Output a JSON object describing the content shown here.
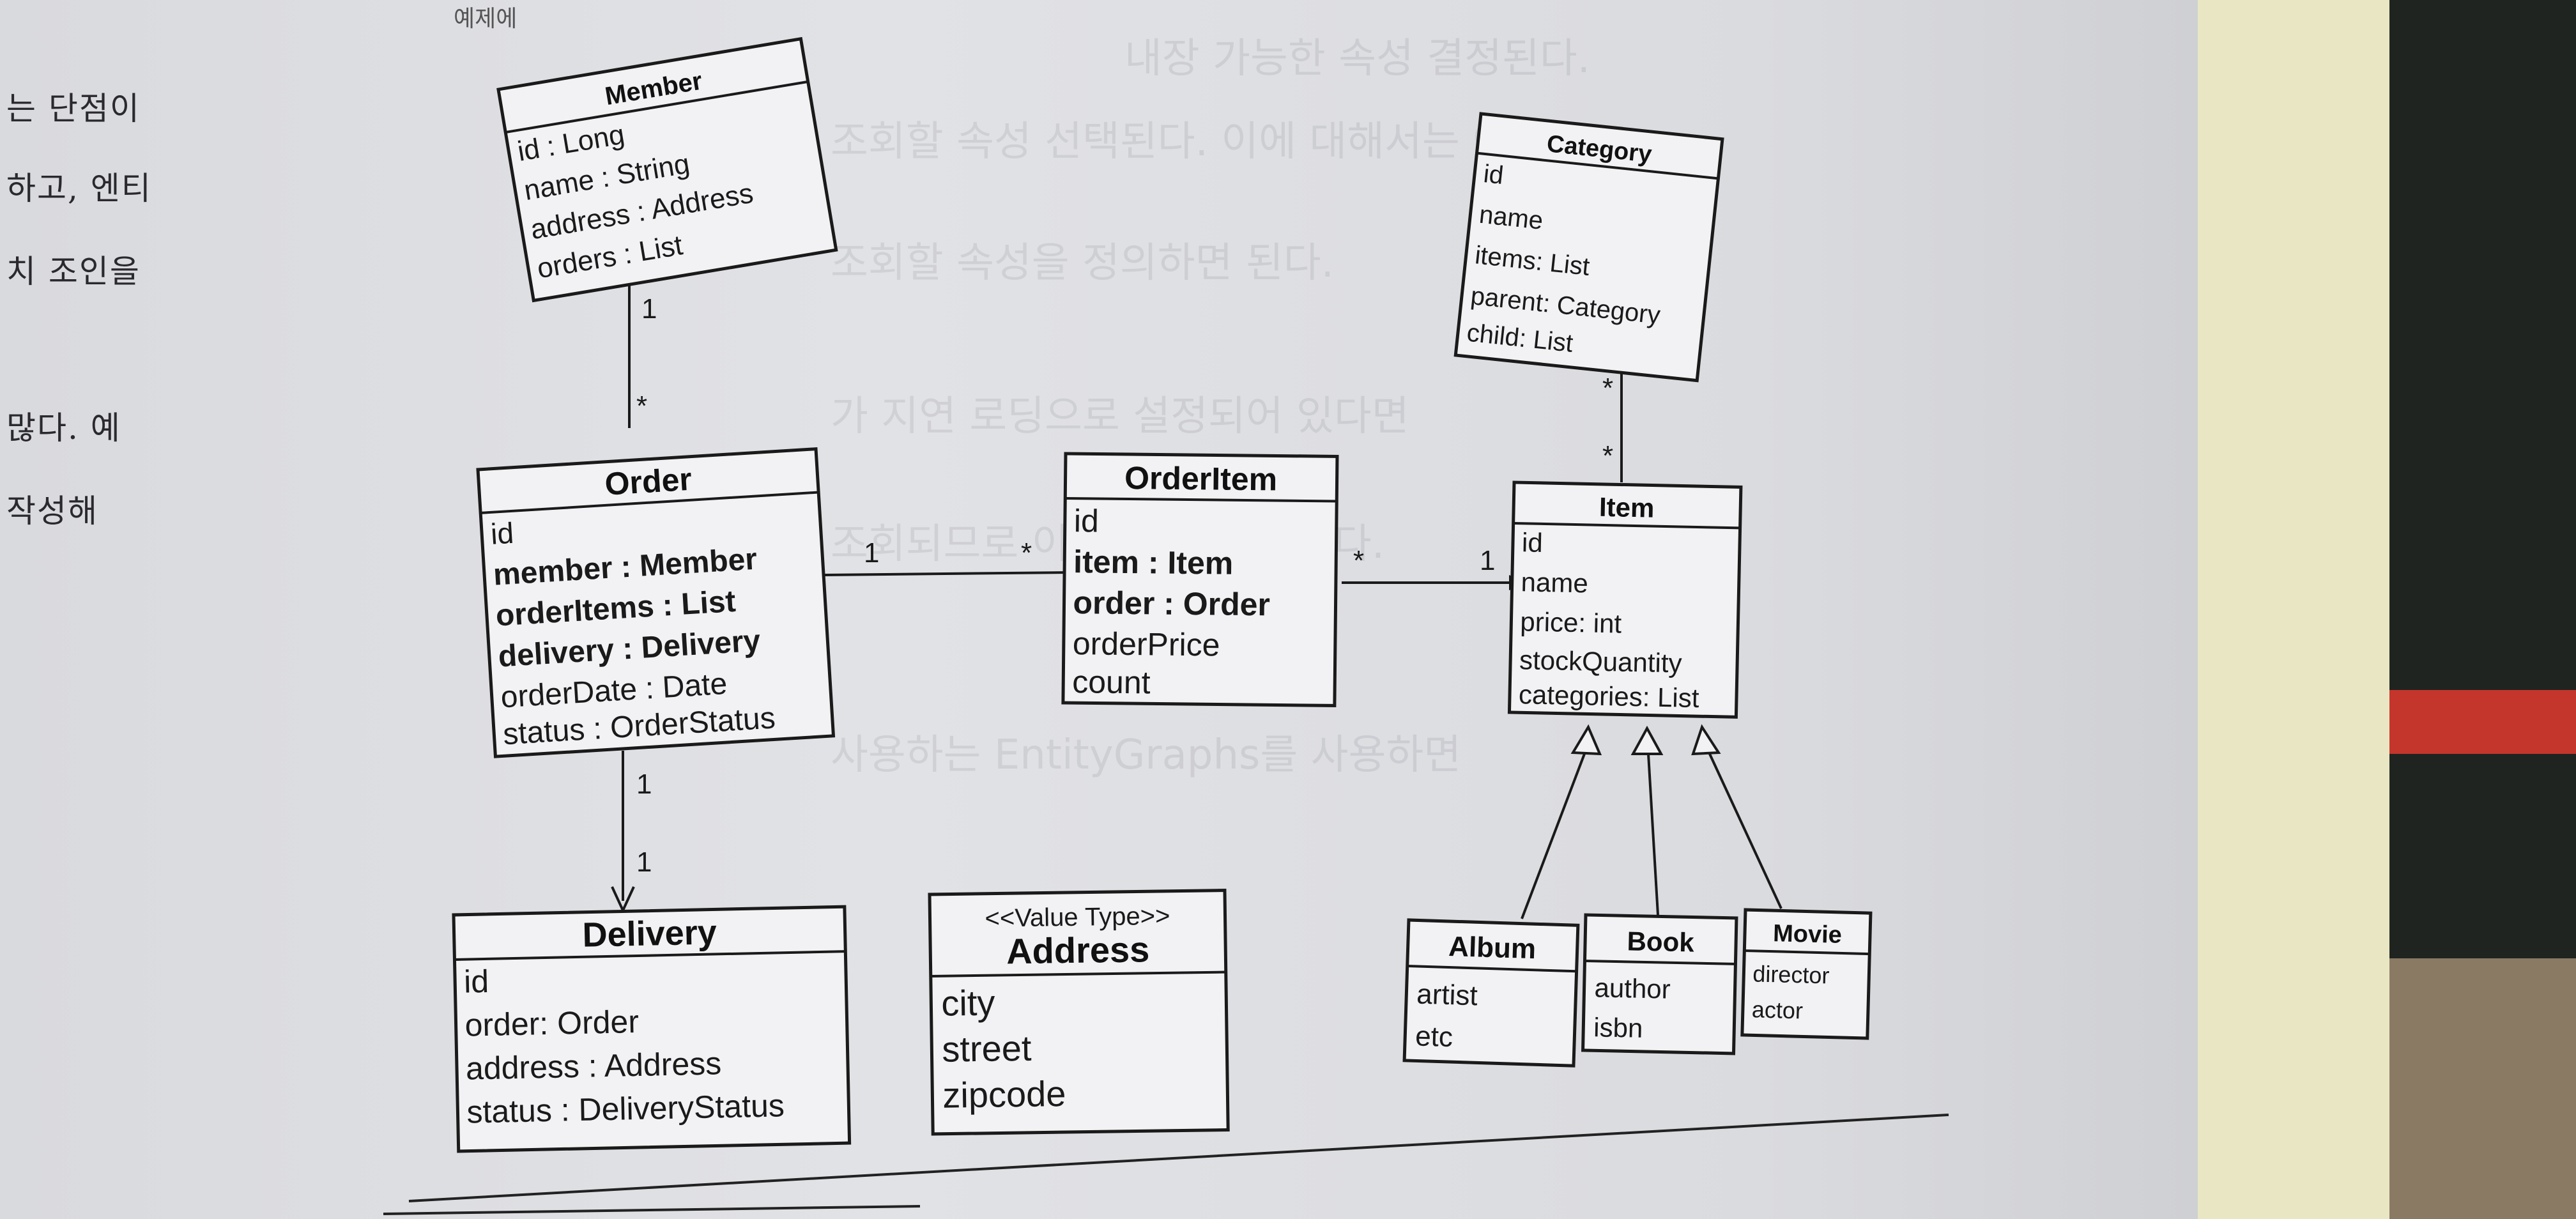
{
  "header_fragment": "예제에",
  "left_text": [
    "는 단점이",
    "하고, 엔티",
    "치 조인을",
    "많다. 예",
    "작성해"
  ],
  "classes": {
    "member": {
      "title": "Member",
      "attrs": [
        "id : Long",
        "name : String",
        "address : Address",
        "orders : List"
      ]
    },
    "order": {
      "title": "Order",
      "attrs": [
        "id",
        "member : Member",
        "orderItems : List",
        "delivery : Delivery",
        "orderDate : Date",
        "status : OrderStatus"
      ]
    },
    "orderitem": {
      "title": "OrderItem",
      "attrs": [
        "id",
        "item : Item",
        "order : Order",
        "orderPrice",
        "count"
      ]
    },
    "item": {
      "title": "Item",
      "attrs": [
        "id",
        "name",
        "price: int",
        "stockQuantity",
        "categories: List"
      ]
    },
    "category": {
      "title": "Category",
      "attrs": [
        "id",
        "name",
        "items: List",
        "parent: Category",
        "child: List"
      ]
    },
    "delivery": {
      "title": "Delivery",
      "attrs": [
        "id",
        "order: Order",
        "address : Address",
        "status : DeliveryStatus"
      ]
    },
    "address": {
      "stereotype": "<<Value Type>>",
      "title": "Address",
      "attrs": [
        "city",
        "street",
        "zipcode"
      ]
    },
    "album": {
      "title": "Album",
      "attrs": [
        "artist",
        "etc"
      ]
    },
    "book": {
      "title": "Book",
      "attrs": [
        "author",
        "isbn"
      ]
    },
    "movie": {
      "title": "Movie",
      "attrs": [
        "director",
        "actor"
      ]
    }
  },
  "multiplicities": {
    "member_side": "1",
    "order_side_member": "*",
    "order_side_orderitem": "1",
    "orderitem_side_order": "*",
    "orderitem_side_item": "*",
    "item_side_orderitem": "1",
    "category_side": "*",
    "item_side_category": "*",
    "order_side_delivery": "1",
    "delivery_side": "1"
  }
}
